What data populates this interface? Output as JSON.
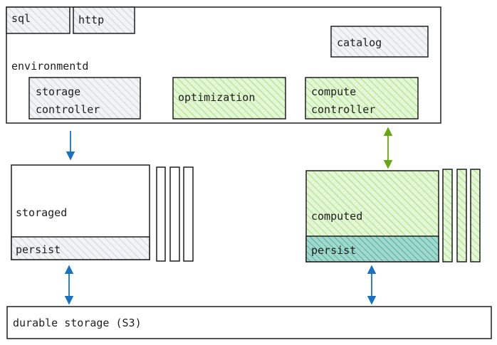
{
  "colors": {
    "stroke": "#1e1e1e",
    "gray_fill": "#ced4da",
    "green_fill": "#b2f2bb",
    "green_hatch": "#82c91e",
    "teal_fill": "#99e9f2",
    "arrow_blue": "#1971c2",
    "arrow_green": "#66a80f"
  },
  "environmentd": {
    "label": "environmentd",
    "sql_label": "sql",
    "http_label": "http",
    "catalog_label": "catalog",
    "storage_controller_line1": "storage",
    "storage_controller_line2": "controller",
    "optimization_label": "optimization",
    "compute_controller_line1": "compute",
    "compute_controller_line2": "controller"
  },
  "storaged": {
    "label": "storaged",
    "persist_label": "persist"
  },
  "computed": {
    "label": "computed",
    "persist_label": "persist"
  },
  "durable_storage": {
    "label": "durable storage (S3)"
  }
}
